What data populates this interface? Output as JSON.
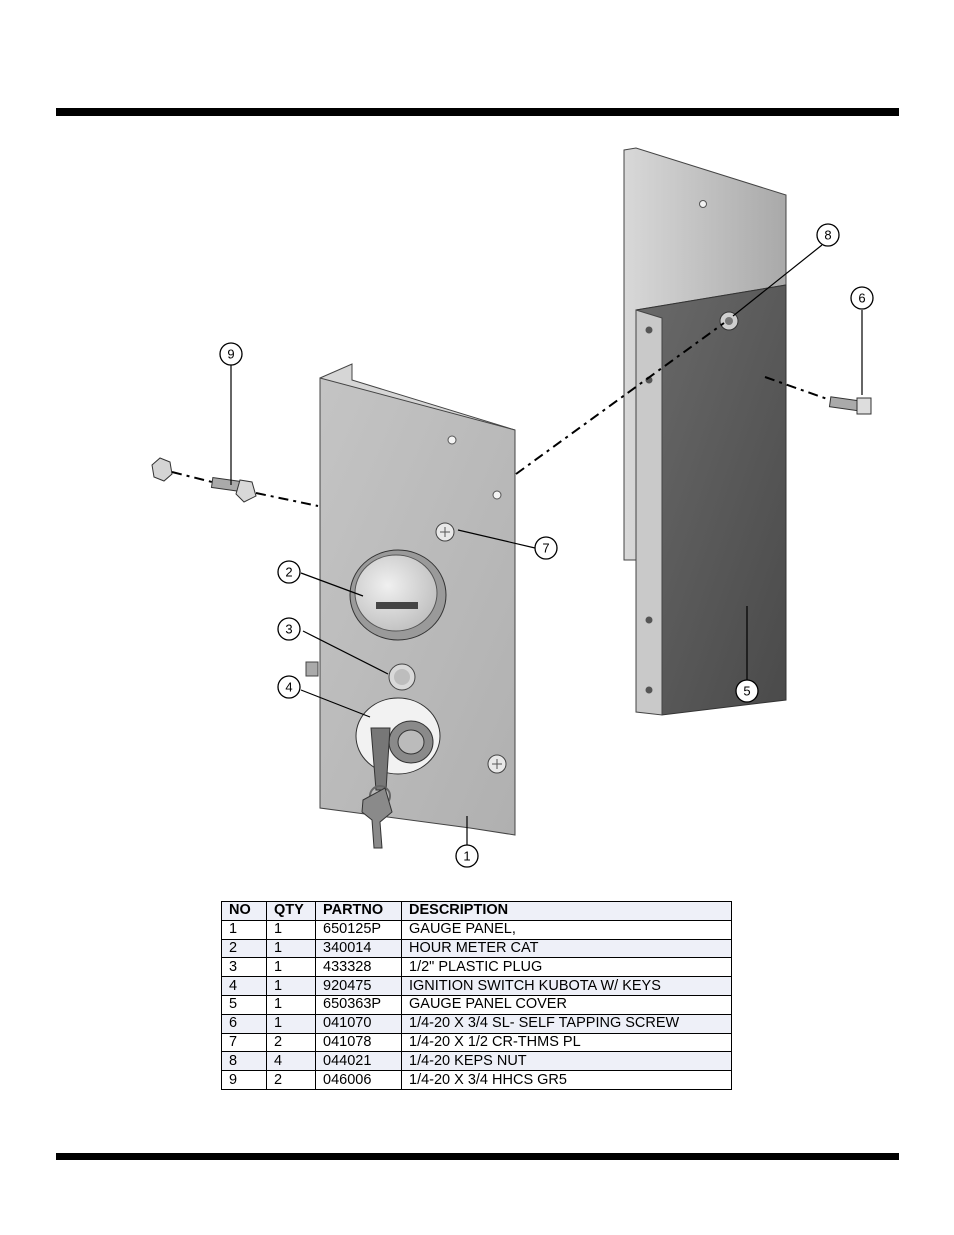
{
  "callouts": [
    "1",
    "2",
    "3",
    "4",
    "5",
    "6",
    "7",
    "8",
    "9"
  ],
  "table": {
    "headers": [
      "NO",
      "QTY",
      "PARTNO",
      "DESCRIPTION"
    ],
    "rows": [
      [
        "1",
        "1",
        "650125P",
        "GAUGE PANEL,"
      ],
      [
        "2",
        "1",
        "340014",
        "HOUR METER CAT"
      ],
      [
        "3",
        "1",
        "433328",
        "1/2\" PLASTIC PLUG"
      ],
      [
        "4",
        "1",
        "920475",
        "IGNITION SWITCH KUBOTA W/ KEYS"
      ],
      [
        "5",
        "1",
        "650363P",
        "GAUGE PANEL COVER"
      ],
      [
        "6",
        "1",
        "041070",
        "1/4-20 X 3/4 SL- SELF TAPPING SCREW"
      ],
      [
        "7",
        "2",
        "041078",
        "1/4-20 X 1/2 CR-THMS PL"
      ],
      [
        "8",
        "4",
        "044021",
        "1/4-20 KEPS NUT"
      ],
      [
        "9",
        "2",
        "046006",
        "1/4-20 X 3/4 HHCS GR5"
      ]
    ]
  }
}
